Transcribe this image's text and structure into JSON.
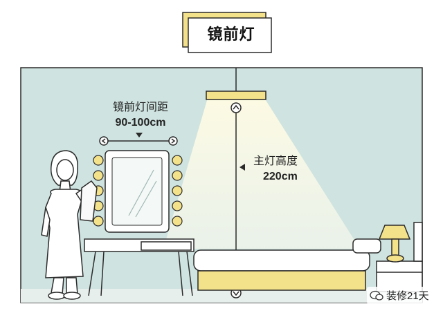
{
  "title": "镜前灯",
  "mirror_spacing": {
    "label": "镜前灯间距",
    "value": "90-100cm"
  },
  "main_light": {
    "label": "主灯高度",
    "value": "220cm"
  },
  "watermark": {
    "text": "装修21天",
    "icon": "chat-bubble-icon"
  },
  "colors": {
    "wall": "#cfe3e0",
    "floor": "#eaf2f0",
    "light_yellow": "#f4e28a",
    "light_beam": "#fff8d4",
    "outline": "#2b2b2b"
  }
}
